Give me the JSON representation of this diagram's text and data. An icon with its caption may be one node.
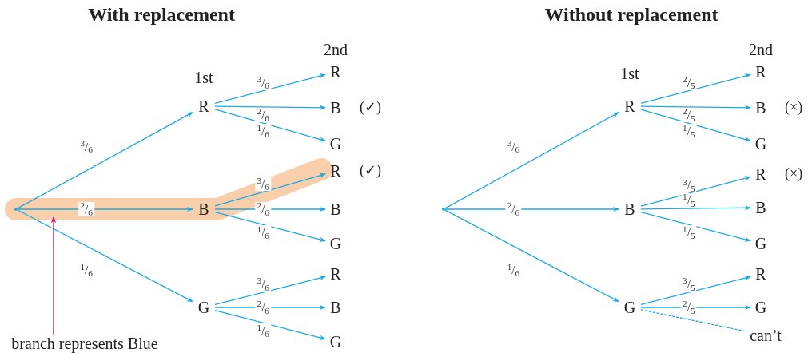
{
  "diagram": {
    "nodes": [
      {
        "text": [],
        "shape": "dot"
      },
      {
        "text": [
          "R"
        ]
      },
      {
        "text": [
          "B"
        ]
      },
      {
        "text": [
          "G"
        ]
      },
      {
        "text": [
          "R"
        ]
      },
      {
        "text": [
          "B"
        ],
        "beside": [
          "(✓)"
        ]
      },
      {
        "text": [
          "G"
        ]
      },
      {
        "text": [
          "R"
        ],
        "beside": [
          "(✓)"
        ]
      },
      {
        "text": [
          "B"
        ]
      },
      {
        "text": [
          "G"
        ]
      },
      {
        "text": [
          "R"
        ]
      },
      {
        "text": [
          "B"
        ]
      },
      {
        "text": [
          "G"
        ]
      },
      {
        "text": [
          "branch represents Blue"
        ]
      },
      {
        "text": [],
        "shape": "dot"
      },
      {
        "text": [
          "R"
        ]
      },
      {
        "text": [
          "B"
        ]
      },
      {
        "text": [
          "G"
        ]
      },
      {
        "text": [
          "R"
        ]
      },
      {
        "text": [
          "B"
        ],
        "beside": [
          "(×)"
        ]
      },
      {
        "text": [
          "G"
        ]
      },
      {
        "text": [
          "R"
        ],
        "beside": [
          "(×)"
        ]
      },
      {
        "text": [
          "B"
        ]
      },
      {
        "text": [
          "G"
        ]
      },
      {
        "text": [
          "R"
        ]
      },
      {
        "text": [
          "G"
        ]
      },
      {
        "text": [
          "can’t"
        ]
      }
    ],
    "edges": [
      {
        "from": 0,
        "to": 1,
        "arrow": "to",
        "label": "$^{3}$/$_{6}$"
      },
      {
        "from": 0,
        "to": 2,
        "arrow": "to",
        "label": "$^{2}$/$_{6}$"
      },
      {
        "from": 0,
        "to": 3,
        "arrow": "to",
        "label": "$^{1}$/$_{6}$"
      },
      {
        "from": 1,
        "to": 4,
        "arrow": "to",
        "label": "$^{3}$/$_{6}$"
      },
      {
        "from": 1,
        "to": 5,
        "arrow": "to",
        "label": "$^{2}$/$_{6}$"
      },
      {
        "from": 1,
        "to": 6,
        "arrow": "to",
        "label": "$^{1}$/$_{6}$"
      },
      {
        "from": 2,
        "to": 7,
        "arrow": "to",
        "label": "$^{3}$/$_{6}$"
      },
      {
        "from": 2,
        "to": 8,
        "arrow": "to",
        "label": "$^{2}$/$_{6}$"
      },
      {
        "from": 2,
        "to": 9,
        "arrow": "to",
        "label": "$^{1}$/$_{6}$"
      },
      {
        "from": 3,
        "to": 10,
        "arrow": "to",
        "label": "$^{3}$/$_{6}$"
      },
      {
        "from": 3,
        "to": 11,
        "arrow": "to",
        "label": "$^{2}$/$_{6}$"
      },
      {
        "from": 3,
        "to": 12,
        "arrow": "to",
        "label": "$^{1}$/$_{6}$"
      },
      {
        "from": 13,
        "to": null,
        "arrow": "to",
        "color": "#e2007a"
      },
      {
        "from": 14,
        "to": 15,
        "arrow": "to",
        "label": "$^{3}$/$_{6}$"
      },
      {
        "from": 14,
        "to": 16,
        "arrow": "to",
        "label": "$^{2}$/$_{6}$"
      },
      {
        "from": 14,
        "to": 17,
        "arrow": "to",
        "label": "$^{1}$/$_{6}$"
      },
      {
        "from": 15,
        "to": 18,
        "arrow": "to",
        "label": "$^{2}$/$_{5}$"
      },
      {
        "from": 15,
        "to": 19,
        "arrow": "to",
        "label": "$^{2}$/$_{5}$"
      },
      {
        "from": 15,
        "to": 20,
        "arrow": "to",
        "label": "$^{1}$/$_{5}$"
      },
      {
        "from": 16,
        "to": 21,
        "arrow": "to",
        "label": "$^{3}$/$_{5}$"
      },
      {
        "from": 16,
        "to": 22,
        "arrow": "to",
        "label": "$^{1}$/$_{5}$"
      },
      {
        "from": 16,
        "to": 23,
        "arrow": "to",
        "label": "$^{1}$/$_{5}$"
      },
      {
        "from": 17,
        "to": 24,
        "arrow": "to",
        "label": "$^{3}$/$_{5}$"
      },
      {
        "from": 17,
        "to": 25,
        "arrow": "to",
        "label": "$^{2}$/$_{5}$"
      },
      {
        "from": 17,
        "to": 26,
        "arrow": "none",
        "style": "dashed"
      }
    ],
    "labels": [
      "With replacement",
      "1st",
      "2nd",
      "Without replacement",
      "1st",
      "2nd"
    ]
  }
}
